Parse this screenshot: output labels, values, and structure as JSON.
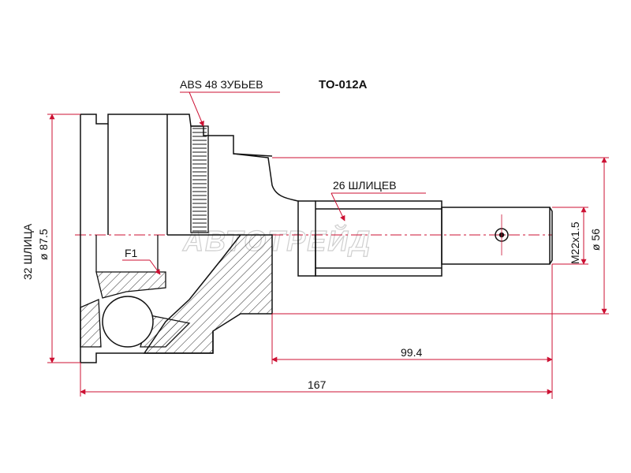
{
  "part_number": "TO-012A",
  "watermark": "АВТОТРЕЙД",
  "labels": {
    "abs": "ABS 48 ЗУБЬЕВ",
    "outer_splines": "26 ШЛИЦЕВ",
    "inner_splines": "32 ШЛИЦА",
    "f1": "F1"
  },
  "dimensions": {
    "outer_diameter": "ø 87.5",
    "shaft_diameter": "ø 56",
    "thread": "M22x1.5",
    "shaft_length": "99.4",
    "total_length": "167"
  },
  "colors": {
    "outline": "#111111",
    "dimension": "#cc1133",
    "hatch": "#333333"
  }
}
